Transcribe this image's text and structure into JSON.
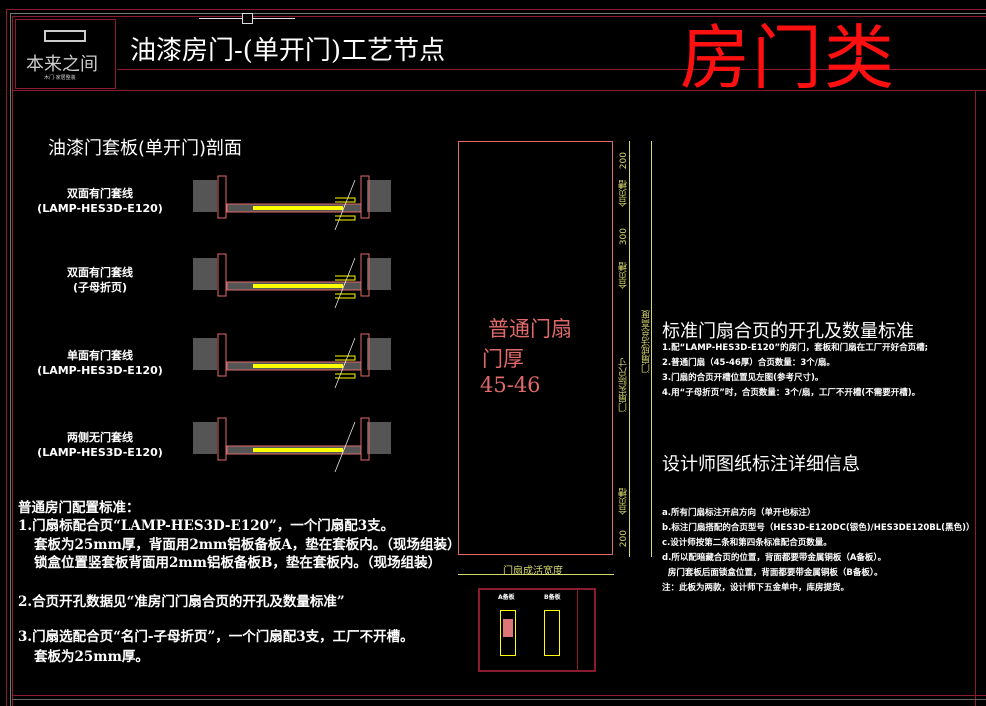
{
  "header": {
    "logo_text": "本来之间",
    "logo_sub": "木门·家居整装",
    "title": "油漆房门-(单开门)工艺节点",
    "category": "房门类"
  },
  "section": {
    "title": "油漆门套板(单开门)剖面",
    "labels": [
      {
        "line1": "双面有门套线",
        "line2": "(LAMP-HES3D-E120)"
      },
      {
        "line1": "双面有门套线",
        "line2": "(子母折页)"
      },
      {
        "line1": "单面有门套线",
        "line2": "(LAMP-HES3D-E120)"
      },
      {
        "line1": "两侧无门套线",
        "line2": "(LAMP-HES3D-E120)"
      }
    ]
  },
  "door": {
    "line1": "普通门扇",
    "line2": "门厚",
    "line3": "45-46",
    "dims": [
      "200",
      "合页槽",
      "300",
      "合页槽",
      "门扇实际尺寸",
      "合页槽",
      "200"
    ],
    "height_label": "门扇成活总高度",
    "width_label": "门扇成活宽度"
  },
  "hinge_standard": {
    "title": "标准门扇合页的开孔及数量标准",
    "items": [
      "1.配“LAMP-HES3D-E120”的房门，套板和门扇在工厂开好合页槽;",
      "2.普通门扇（45-46厚）合页数量：3个/扇。",
      "3.门扇的合页开槽位置见左图(参考尺寸)。",
      "4.用“子母折页”时，合页数量：3个/扇，工厂不开槽(不需要开槽)。"
    ]
  },
  "designer": {
    "title": "设计师图纸标注详细信息",
    "items": [
      "a.所有门扇标注开启方向（单开也标注）",
      "b.标注门扇搭配的合页型号（HES3D-E120DC(银色)/HES3DE120BL(黑色)）",
      "c.设计师按第二条和第四条标准配合页数量。",
      "d.所以配暗藏合页的位置，背面都要带金属铜板（A备板）。",
      "  房门套板后面锁盒位置，背面都要带金属铜板（B备板）。",
      "注：此板为两款，设计师下五金单中，库房提货。"
    ]
  },
  "config": {
    "title": "普通房门配置标准：",
    "items": [
      "1.门扇标配合页“LAMP-HES3D-E120”，一个门扇配3支。",
      "套板为25mm厚，背面用2mm铝板备板A，垫在套板内。（现场组装）",
      "锁盒位置竖套板背面用2mm铝板备板B，垫在套板内。（现场组装）",
      "2.合页开孔数据见“准房门门扇合页的开孔及数量标准”",
      "3.门扇选配合页“名门-子母折页”，一个门扇配3支，工厂不开槽。",
      "套板为25mm厚。"
    ]
  },
  "thumbnail": {
    "label_a": "A备板",
    "label_b": "B备板"
  },
  "colors": {
    "frame": "#8a1a2e",
    "accent": "#ff1010",
    "door": "#e06a6a",
    "dim": "#d8d870",
    "fill": "#ffff00"
  }
}
